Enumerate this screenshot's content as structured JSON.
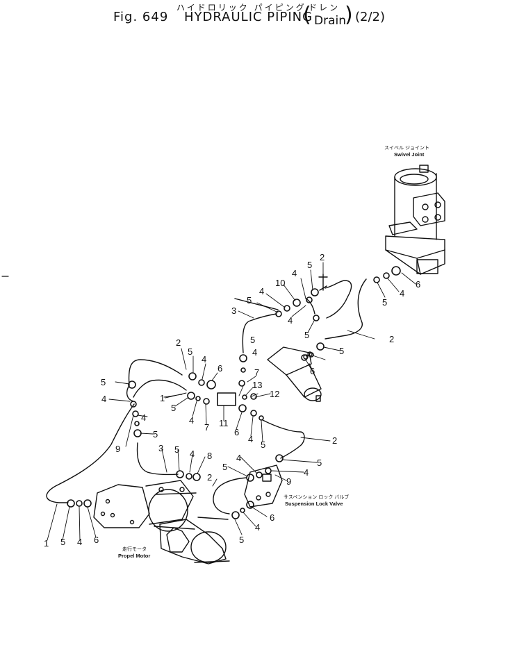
{
  "header": {
    "title_jp": "ハイドロリック パイピング",
    "sub_jp": "ドレン",
    "fig": "Fig. 649",
    "title": "HYDRAULIC PIPING",
    "sub": "Drain",
    "page": "(2/2)"
  },
  "components": {
    "swivel_jp": "スイベル ジョイント",
    "swivel_en": "Swivel Joint",
    "motor_jp": "走行モータ",
    "motor_en": "Propel Motor",
    "valve_jp": "サスペンション ロック バルブ",
    "valve_en": "Suspension Lock Valve"
  },
  "callouts": [
    {
      "id": "c1",
      "text": "2"
    },
    {
      "id": "c2",
      "text": "5"
    },
    {
      "id": "c3",
      "text": "4"
    },
    {
      "id": "c4",
      "text": "10"
    },
    {
      "id": "c5",
      "text": "4"
    },
    {
      "id": "c6",
      "text": "5"
    },
    {
      "id": "c7",
      "text": "3"
    },
    {
      "id": "c8",
      "text": "4"
    },
    {
      "id": "c9",
      "text": "5"
    },
    {
      "id": "c10",
      "text": "5"
    },
    {
      "id": "c11",
      "text": "4"
    },
    {
      "id": "c12",
      "text": "6"
    },
    {
      "id": "c13",
      "text": "2"
    },
    {
      "id": "c14",
      "text": "5"
    },
    {
      "id": "c15",
      "text": "2"
    },
    {
      "id": "c16",
      "text": "5"
    },
    {
      "id": "c17",
      "text": "4"
    },
    {
      "id": "c18",
      "text": "6"
    },
    {
      "id": "c19",
      "text": "5"
    },
    {
      "id": "c20",
      "text": "4"
    },
    {
      "id": "c21",
      "text": "6"
    },
    {
      "id": "c22",
      "text": "7"
    },
    {
      "id": "c23",
      "text": "13"
    },
    {
      "id": "c24",
      "text": "12"
    },
    {
      "id": "c25",
      "text": "1"
    },
    {
      "id": "c26",
      "text": "5"
    },
    {
      "id": "c27",
      "text": "4"
    },
    {
      "id": "c28",
      "text": "7"
    },
    {
      "id": "c29",
      "text": "11"
    },
    {
      "id": "c30",
      "text": "6"
    },
    {
      "id": "c31",
      "text": "4"
    },
    {
      "id": "c32",
      "text": "5"
    },
    {
      "id": "c33",
      "text": "2"
    },
    {
      "id": "c34",
      "text": "4"
    },
    {
      "id": "c35",
      "text": "5"
    },
    {
      "id": "c36",
      "text": "9"
    },
    {
      "id": "c37",
      "text": "3"
    },
    {
      "id": "c38",
      "text": "5"
    },
    {
      "id": "c39",
      "text": "4"
    },
    {
      "id": "c40",
      "text": "8"
    },
    {
      "id": "c41",
      "text": "5"
    },
    {
      "id": "c42",
      "text": "4"
    },
    {
      "id": "c43",
      "text": "5"
    },
    {
      "id": "c44",
      "text": "2"
    },
    {
      "id": "c45",
      "text": "4"
    },
    {
      "id": "c46",
      "text": "9"
    },
    {
      "id": "c47",
      "text": "6"
    },
    {
      "id": "c48",
      "text": "4"
    },
    {
      "id": "c49",
      "text": "5"
    },
    {
      "id": "c50",
      "text": "1"
    },
    {
      "id": "c51",
      "text": "5"
    },
    {
      "id": "c52",
      "text": "4"
    },
    {
      "id": "c53",
      "text": "6"
    },
    {
      "id": "c54",
      "text": "5"
    },
    {
      "id": "c55",
      "text": "4"
    }
  ]
}
